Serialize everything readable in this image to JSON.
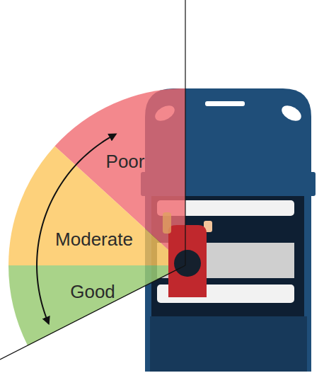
{
  "diagram": {
    "nodes": [
      {
        "text": [
          "Poor"
        ]
      },
      {
        "text": [
          "Moderate"
        ]
      },
      {
        "text": [
          "Good"
        ]
      }
    ],
    "edges": [
      {
        "from": 2,
        "to": 0,
        "arrow": "both"
      }
    ]
  }
}
